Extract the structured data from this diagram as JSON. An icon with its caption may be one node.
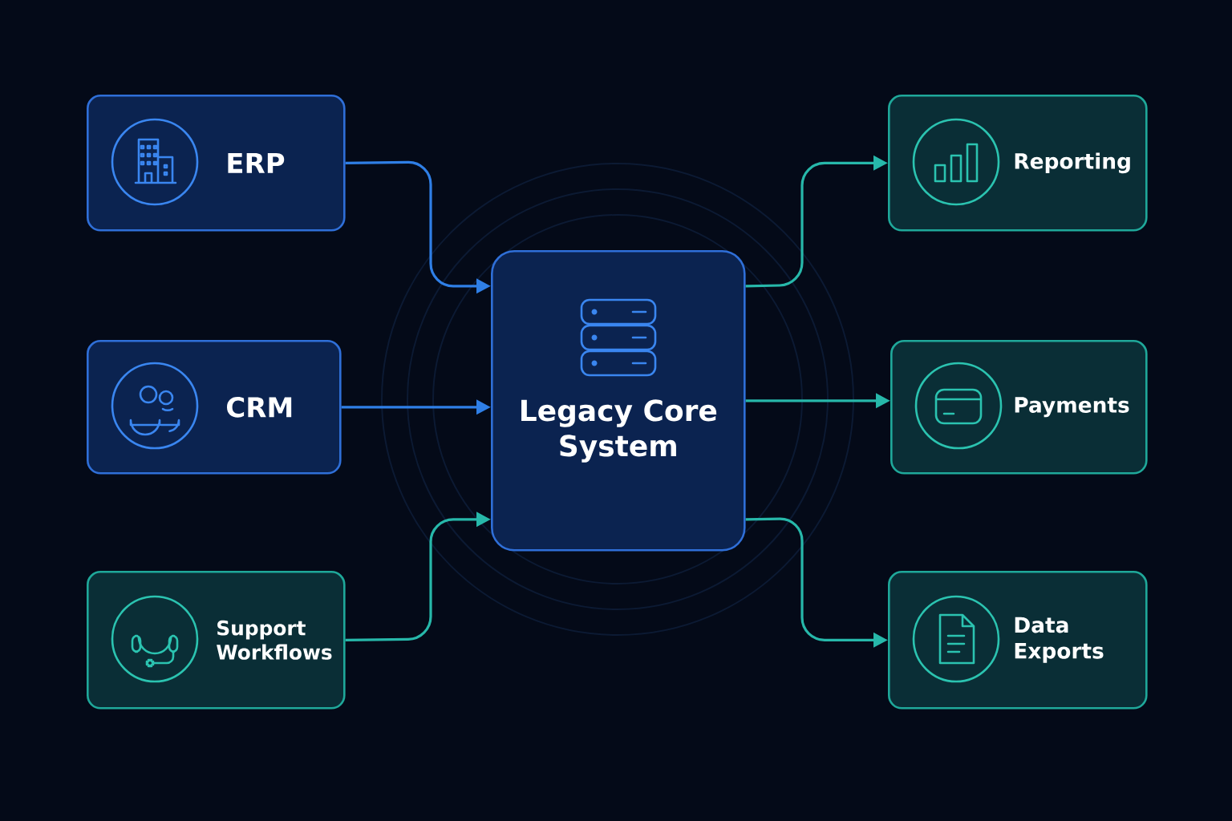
{
  "diagram": {
    "nodes": [
      {
        "text": [
          "ERP"
        ]
      },
      {
        "text": [
          "CRM"
        ]
      },
      {
        "text": [
          "Support Workflows"
        ]
      },
      {
        "text": [
          "Legacy Core System"
        ]
      },
      {
        "text": [
          "Reporting"
        ]
      },
      {
        "text": [
          "Payments"
        ]
      },
      {
        "text": [
          "Data Exports"
        ]
      }
    ],
    "edges": [
      {
        "from": 0,
        "to": 3,
        "arrow": "to",
        "color": "#2f7fe6"
      },
      {
        "from": 1,
        "to": 3,
        "arrow": "to",
        "color": "#2f7fe6"
      },
      {
        "from": 2,
        "to": 3,
        "arrow": "to"
      },
      {
        "from": 3,
        "to": 4,
        "arrow": "to"
      },
      {
        "from": 3,
        "to": 5,
        "arrow": "to"
      },
      {
        "from": 3,
        "to": 6,
        "arrow": "to"
      }
    ]
  }
}
